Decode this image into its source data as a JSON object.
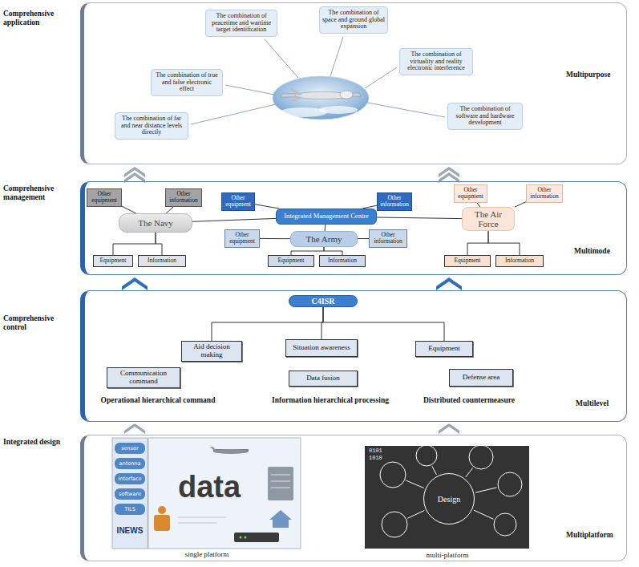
{
  "diagram": {
    "nodes": [
      {
        "text": [
          "Comprehensive application",
          "Multipurpose"
        ]
      },
      {
        "text": [
          "The combination of far and near distance levels directly"
        ],
        "in": 0
      },
      {
        "text": [
          "The combination of true and false electronic effect"
        ],
        "in": 0
      },
      {
        "text": [
          "The combination of peacetime and wartime target identification"
        ],
        "in": 0
      },
      {
        "text": [
          "The combination of space and ground global expansion"
        ],
        "in": 0
      },
      {
        "text": [
          "The combination of virtuality and reality electronic interference"
        ],
        "in": 0
      },
      {
        "text": [
          "The combination of software and hardware development"
        ],
        "in": 0
      },
      {
        "text": [
          "Comprehensive management",
          "Multimode"
        ]
      },
      {
        "text": [
          "Other equipment"
        ],
        "in": 7
      },
      {
        "text": [
          "Other information"
        ],
        "in": 7
      },
      {
        "text": [
          "Integrated Management Centre"
        ],
        "in": 7
      },
      {
        "text": [
          "Other equipment"
        ],
        "in": 7
      },
      {
        "text": [
          "Other information"
        ],
        "in": 7
      },
      {
        "text": [
          "The Navy"
        ],
        "in": 7
      },
      {
        "text": [
          "Other equipment"
        ],
        "in": 7
      },
      {
        "text": [
          "The Army"
        ],
        "in": 7
      },
      {
        "text": [
          "Other information"
        ],
        "in": 7
      },
      {
        "text": [
          "Other equipment"
        ],
        "in": 7
      },
      {
        "text": [
          "Other information"
        ],
        "in": 7
      },
      {
        "text": [
          "The Air Force"
        ],
        "in": 7
      },
      {
        "text": [
          "Equipment"
        ],
        "in": 7
      },
      {
        "text": [
          "Information"
        ],
        "in": 7
      },
      {
        "text": [
          "Equipment"
        ],
        "in": 7
      },
      {
        "text": [
          "Information"
        ],
        "in": 7
      },
      {
        "text": [
          "Equipment"
        ],
        "in": 7
      },
      {
        "text": [
          "Information"
        ],
        "in": 7
      },
      {
        "text": [
          "Comprehensive control",
          "Multilevel"
        ]
      },
      {
        "text": [
          "C4ISR"
        ],
        "in": 26
      },
      {
        "text": [
          "Aid decision making"
        ],
        "in": 26
      },
      {
        "text": [
          "Situation awareness"
        ],
        "in": 26
      },
      {
        "text": [
          "Equipment"
        ],
        "in": 26
      },
      {
        "text": [
          "Communication command"
        ],
        "in": 26
      },
      {
        "text": [
          "Data fusion"
        ],
        "in": 26
      },
      {
        "text": [
          "Defense area"
        ],
        "in": 26
      },
      {
        "text": [
          "Integrated design",
          "Multiplatform"
        ]
      },
      {
        "text": [
          "Design"
        ],
        "in": 34
      }
    ],
    "edges": [
      {
        "from": 10,
        "to": 8,
        "arrow": "none"
      },
      {
        "from": 10,
        "to": 9,
        "arrow": "none"
      },
      {
        "from": 10,
        "to": 13,
        "arrow": "none"
      },
      {
        "from": 10,
        "to": 15,
        "arrow": "none"
      },
      {
        "from": 10,
        "to": 19,
        "arrow": "none"
      },
      {
        "from": 13,
        "to": 11,
        "arrow": "none"
      },
      {
        "from": 13,
        "to": 12,
        "arrow": "none"
      },
      {
        "from": 13,
        "to": 20,
        "arrow": "none"
      },
      {
        "from": 13,
        "to": 21,
        "arrow": "none"
      },
      {
        "from": 15,
        "to": 14,
        "arrow": "none"
      },
      {
        "from": 15,
        "to": 16,
        "arrow": "none"
      },
      {
        "from": 15,
        "to": 22,
        "arrow": "none"
      },
      {
        "from": 15,
        "to": 23,
        "arrow": "none"
      },
      {
        "from": 19,
        "to": 17,
        "arrow": "none"
      },
      {
        "from": 19,
        "to": 18,
        "arrow": "none"
      },
      {
        "from": 19,
        "to": 24,
        "arrow": "none"
      },
      {
        "from": 19,
        "to": 25,
        "arrow": "none"
      },
      {
        "from": 27,
        "to": 28,
        "arrow": "none"
      },
      {
        "from": 27,
        "to": 29,
        "arrow": "none"
      },
      {
        "from": 27,
        "to": 30,
        "arrow": "none"
      }
    ],
    "labels": [
      "Operational hierarchical command",
      "Information hierarchical processing",
      "Distributed countermeasure",
      "sensor",
      "antenna",
      "interface",
      "software",
      "TILS",
      "INEWS",
      "data",
      "single platform",
      "0101",
      "1010",
      "multi-platform"
    ]
  }
}
